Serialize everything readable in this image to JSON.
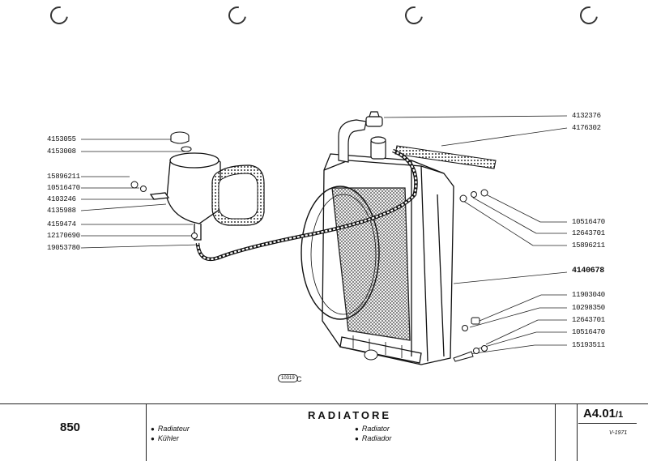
{
  "left_parts": [
    "4153055",
    "4153008",
    "15896211",
    "10516470",
    "4103246",
    "4135988",
    "4159474",
    "12170690",
    "19053780"
  ],
  "right_parts_top": [
    "4132376",
    "4176302"
  ],
  "right_parts_mid": [
    "10516470",
    "12643701",
    "15896211"
  ],
  "main_part": "4140678",
  "right_parts_bottom": [
    "11903040",
    "10298350",
    "12643701",
    "10516470",
    "15193511"
  ],
  "plate_code": "10319",
  "plate_suffix": "C",
  "footer": {
    "model": "850",
    "title": "RADIATORE",
    "translations": [
      "Radiateur",
      "Kühler",
      "Radiator",
      "Radiador"
    ],
    "ref_main": "A4.01",
    "ref_sub": "/1",
    "date": "V-1971"
  }
}
